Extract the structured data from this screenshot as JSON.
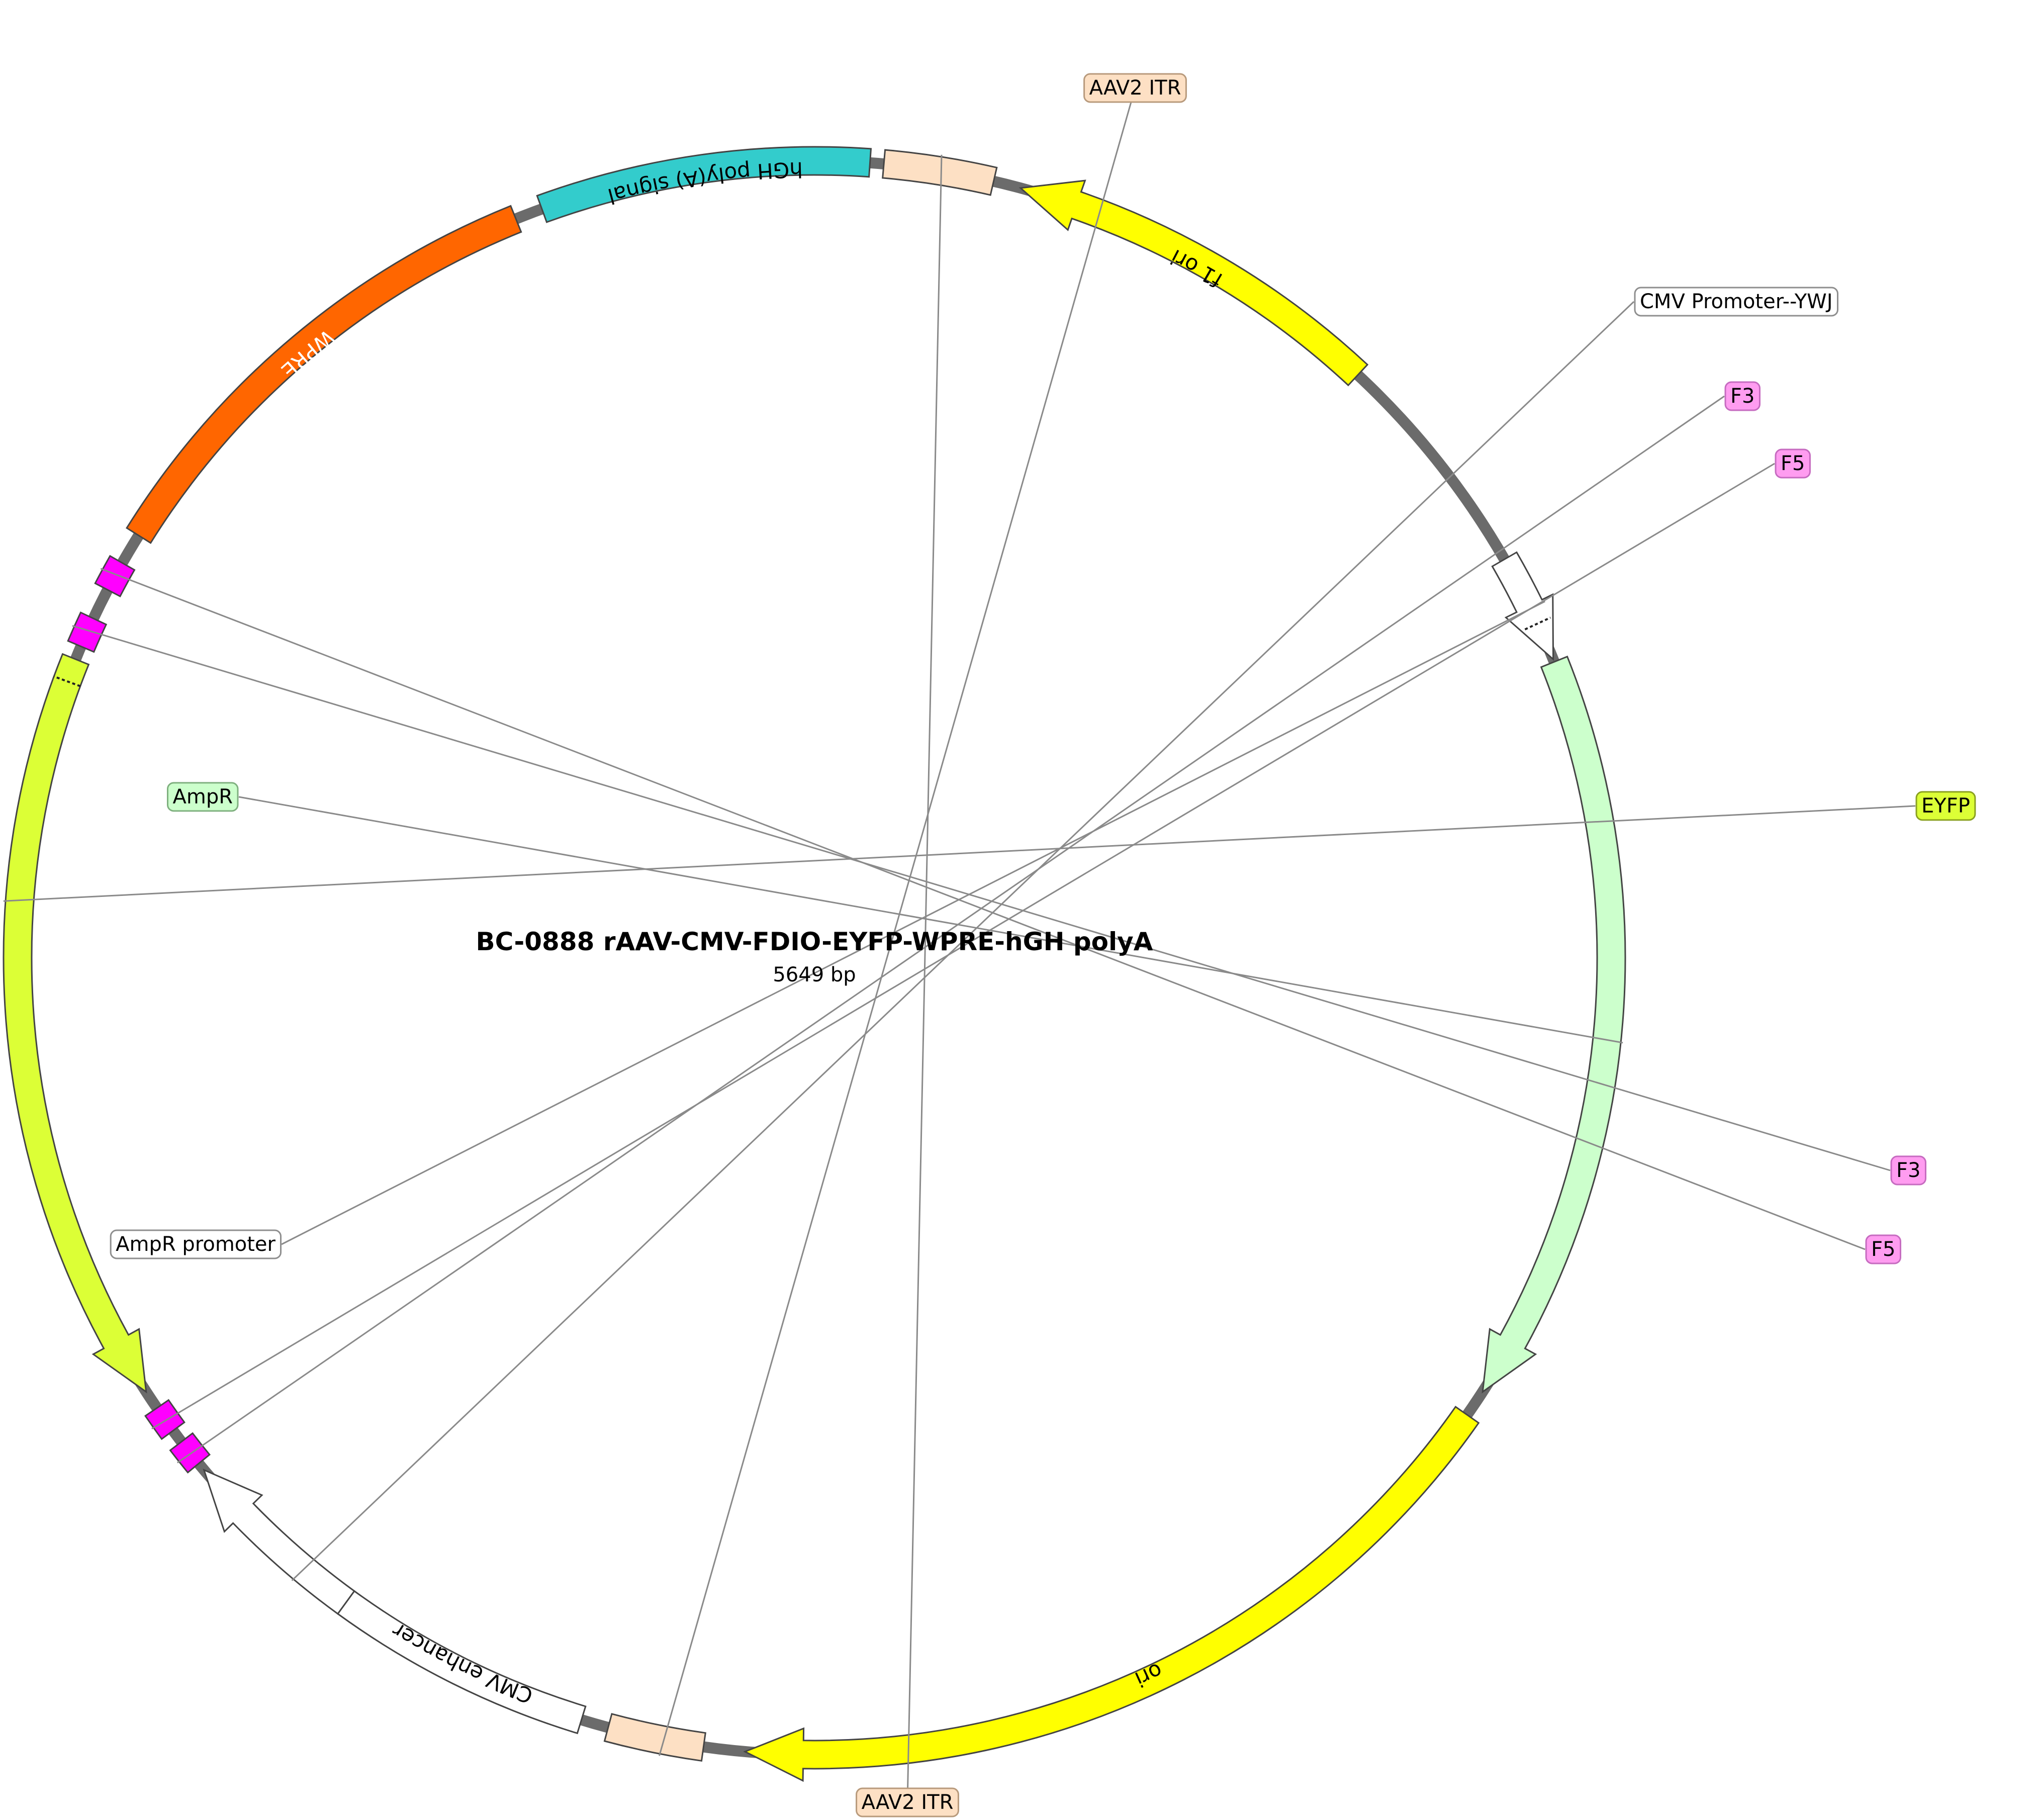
{
  "title": "BC-0888  rAAV-CMV-FDIO-EYFP-WPRE-hGH polyA",
  "size_label": "5649 bp",
  "backbone": {
    "color": "#6b6b6b"
  },
  "features": [
    {
      "id": "aav2-itr-top",
      "name": "AAV2 ITR",
      "type": "box",
      "start": 98,
      "end": 105,
      "fill": "#fde0c4",
      "callout": {
        "label": "AAV2 ITR",
        "fill": "#fde0c4",
        "border": "#b89a7c"
      }
    },
    {
      "id": "cmv-enhancer",
      "name": "CMV enhancer",
      "type": "box",
      "start": 107,
      "end": 126,
      "fill": "#ffffff",
      "arc_label": {
        "text": "CMV enhancer",
        "color": "#000000"
      }
    },
    {
      "id": "cmv-promoter",
      "name": "CMV Promoter--YWJ",
      "type": "arrow",
      "dir": "cw",
      "start": 126,
      "end": 140,
      "fill": "#ffffff",
      "callout": {
        "label": "CMV Promoter--YWJ",
        "fill": "#ffffff",
        "border": "#8e8e8e"
      }
    },
    {
      "id": "f3-top",
      "name": "F3",
      "type": "box",
      "start": 140.6,
      "end": 142.6,
      "fill": "#ff00ff",
      "callout": {
        "label": "F3",
        "fill": "#ff9cf0",
        "border": "#c66bc0"
      }
    },
    {
      "id": "f5-top",
      "name": "F5",
      "type": "box",
      "start": 143.6,
      "end": 145.6,
      "fill": "#ff00ff",
      "callout": {
        "label": "F5",
        "fill": "#ff9cf0",
        "border": "#c66bc0"
      }
    },
    {
      "id": "eyfp",
      "name": "EYFP",
      "type": "arrow",
      "dir": "ccw",
      "start": 147,
      "end": 202,
      "fill": "#dcff36",
      "callout": {
        "label": "EYFP",
        "fill": "#dcff36",
        "border": "#8aa020"
      }
    },
    {
      "id": "f3-bottom",
      "name": "F3",
      "type": "box",
      "start": 203,
      "end": 205.2,
      "fill": "#ff00ff",
      "callout": {
        "label": "F3",
        "fill": "#ff9cf0",
        "border": "#c66bc0"
      }
    },
    {
      "id": "f5-bottom",
      "name": "F5",
      "type": "box",
      "start": 207.5,
      "end": 209.7,
      "fill": "#ff00ff",
      "callout": {
        "label": "F5",
        "fill": "#ff9cf0",
        "border": "#c66bc0"
      }
    },
    {
      "id": "wpre",
      "name": "WPRE",
      "type": "box",
      "start": 212,
      "end": 248,
      "fill": "#ff6600",
      "arc_label": {
        "text": "WPRE",
        "color": "#ffffff"
      }
    },
    {
      "id": "hgh-polya",
      "name": "hGH poly(A) signal",
      "type": "box",
      "start": 250,
      "end": 274,
      "fill": "#33cccc",
      "arc_label": {
        "text": "hGH poly(A) signal",
        "color": "#000000"
      }
    },
    {
      "id": "aav2-itr-bottom",
      "name": "AAV2 ITR",
      "type": "box",
      "start": 275,
      "end": 283,
      "fill": "#fde0c4",
      "callout": {
        "label": "AAV2 ITR",
        "fill": "#fde0c4",
        "border": "#b89a7c"
      }
    },
    {
      "id": "f1-ori",
      "name": "f1 ori",
      "type": "arrow",
      "dir": "ccw",
      "start": 285,
      "end": 313,
      "fill": "#ffff00",
      "arc_label": {
        "text": "f1 ori",
        "color": "#000000"
      }
    },
    {
      "id": "ampr-promoter",
      "name": "AmpR promoter",
      "type": "arrow",
      "dir": "cw",
      "start": 330,
      "end": 338,
      "fill": "#ffffff",
      "callout": {
        "label": "AmpR promoter",
        "fill": "#ffffff",
        "border": "#8e8e8e"
      }
    },
    {
      "id": "ampr",
      "name": "AmpR",
      "type": "arrow",
      "dir": "cw",
      "start": 338.2,
      "end": 393,
      "fill": "#ccffcc",
      "callout": {
        "label": "AmpR",
        "fill": "#ccffcc",
        "border": "#7fb07f"
      }
    },
    {
      "id": "ori",
      "name": "ori",
      "type": "arrow",
      "dir": "cw",
      "start": 395,
      "end": 455,
      "fill": "#ffff00",
      "arc_label": {
        "text": "ori",
        "color": "#000000"
      }
    }
  ]
}
